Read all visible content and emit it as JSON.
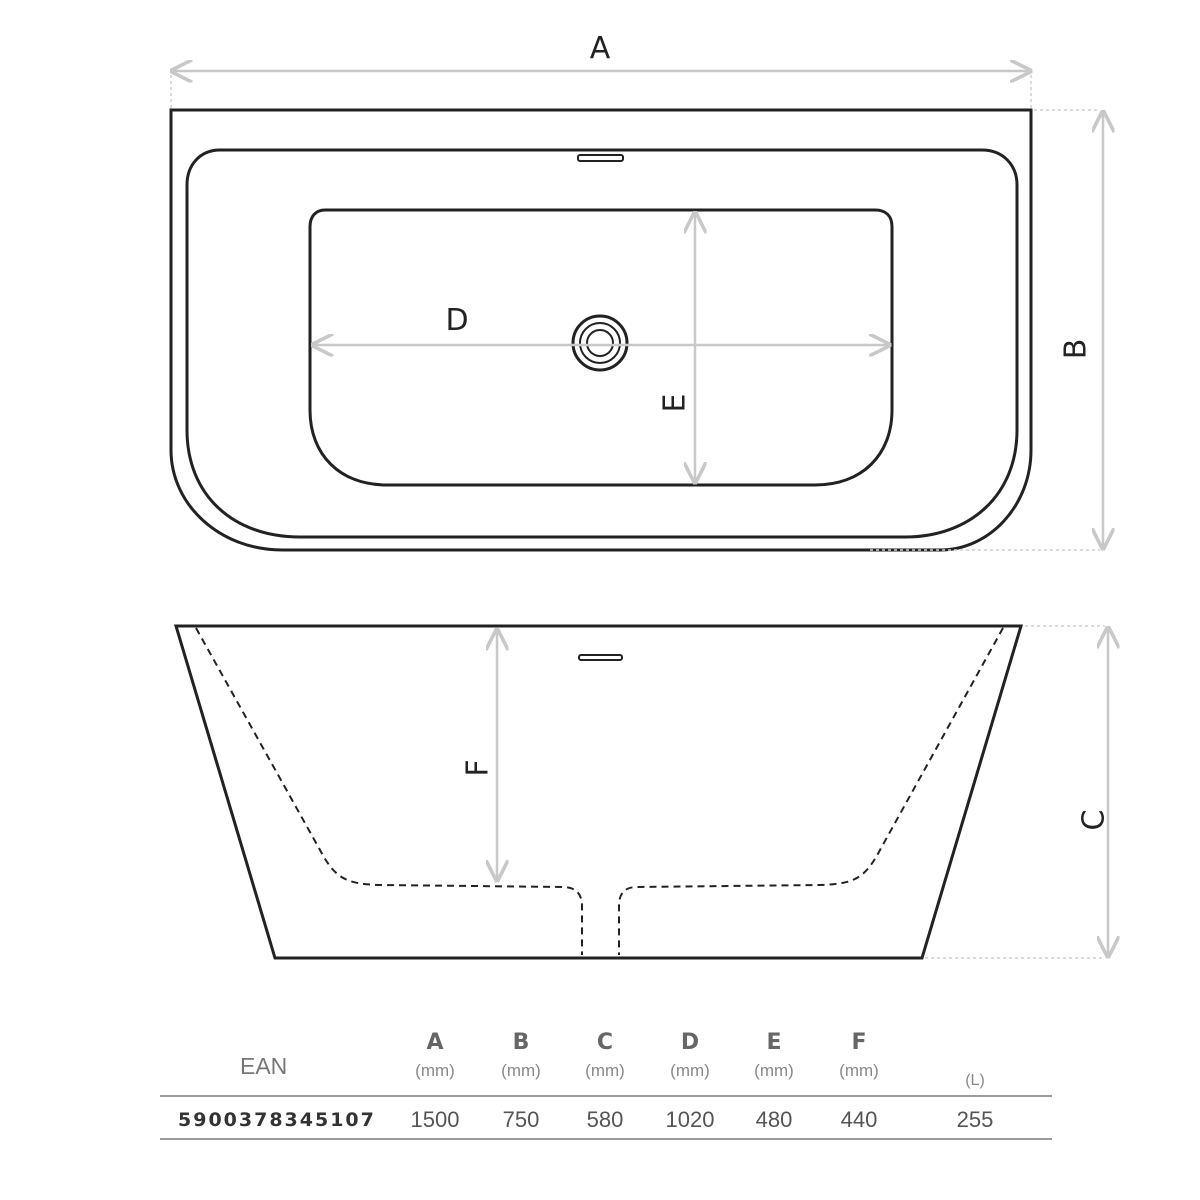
{
  "diagram": {
    "top_view_labels": {
      "a": "A",
      "b": "B",
      "d": "D",
      "e": "E"
    },
    "side_view_labels": {
      "c": "C",
      "f": "F"
    }
  },
  "spec_table": {
    "ean_header": "EAN",
    "columns": [
      {
        "letter": "A",
        "unit": "(mm)",
        "value": "1500"
      },
      {
        "letter": "B",
        "unit": "(mm)",
        "value": "750"
      },
      {
        "letter": "C",
        "unit": "(mm)",
        "value": "580"
      },
      {
        "letter": "D",
        "unit": "(mm)",
        "value": "1020"
      },
      {
        "letter": "E",
        "unit": "(mm)",
        "value": "480"
      },
      {
        "letter": "F",
        "unit": "(mm)",
        "value": "440"
      }
    ],
    "volume": {
      "unit": "(L)",
      "value": "255"
    },
    "ean_value": "5900378345107"
  }
}
